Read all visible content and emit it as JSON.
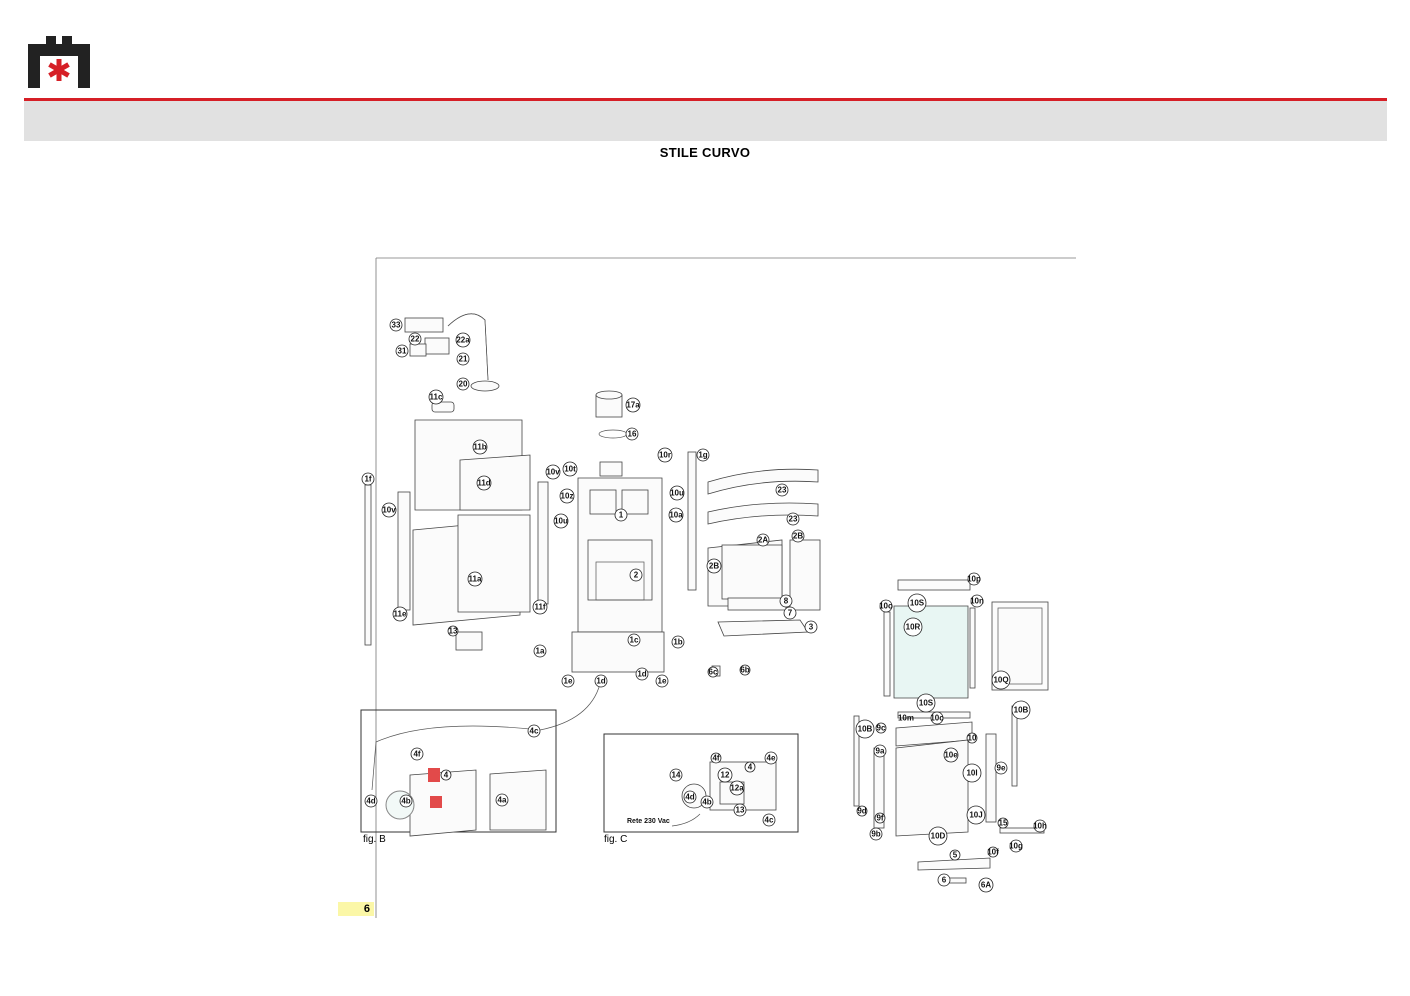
{
  "header": {
    "title": "STILE CURVO"
  },
  "figures": {
    "fig_b": "fig. B",
    "fig_c": "fig. C",
    "rete": "Rete 230 Vac"
  },
  "page": {
    "number": "6"
  },
  "colors": {
    "brand_red": "#d61f26",
    "header_bar": "#e1e1e1",
    "page_highlight": "#fbf7a7"
  },
  "callouts": {
    "c33": "33",
    "c22": "22",
    "c22a": "22a",
    "c31": "31",
    "c21": "21",
    "c20": "20",
    "c11c": "11c",
    "c11b": "11b",
    "c11d": "11d",
    "c11a": "11a",
    "c11e": "11e",
    "c11f": "11f",
    "c1f": "1f",
    "c10v_l": "10v",
    "c10v": "10v",
    "c10t": "10t",
    "c10z": "10z",
    "c10u_l": "10u",
    "c10r": "10r",
    "c10u": "10u",
    "c10a": "10a",
    "c1g": "1g",
    "c1": "1",
    "c2": "2",
    "c17a": "17a",
    "c16": "16",
    "c1a": "1a",
    "c1c": "1c",
    "c1b": "1b",
    "c1e_l": "1e",
    "c1d_l": "1d",
    "c1d": "1d",
    "c1e": "1e",
    "c13": "13",
    "c23a": "23",
    "c23b": "23",
    "c2A": "2A",
    "c2B_r": "2B",
    "c2B_l": "2B",
    "c8": "8",
    "c7": "7",
    "c3": "3",
    "c6c": "6c",
    "c6b": "6b",
    "c4c": "4c",
    "c4f": "4f",
    "c4": "4",
    "c4d": "4d",
    "c4b": "4b",
    "c4a": "4a",
    "cC4f": "4f",
    "cC4e": "4e",
    "cC4": "4",
    "cC14": "14",
    "cC12": "12",
    "cC4d": "4d",
    "cC4b": "4b",
    "cC12a": "12a",
    "cC13": "13",
    "cC4c": "4c",
    "c10p": "10p",
    "c10o": "10o",
    "c10S_t": "10S",
    "c10n": "10n",
    "c10R": "10R",
    "c10Q": "10Q",
    "c10S_b": "10S",
    "c10m": "10m",
    "c10c": "10c",
    "c10B_r": "10B",
    "c10B_l": "10B",
    "c9c": "9c",
    "c9a": "9a",
    "c10": "10",
    "c10e": "10e",
    "c10I": "10I",
    "c9e": "9e",
    "c9d": "9d",
    "c9f": "9f",
    "c9b": "9b",
    "c10J": "10J",
    "c10D": "10D",
    "c15": "15",
    "c10h": "10h",
    "c10f": "10f",
    "c10g": "10g",
    "c5": "5",
    "c6": "6",
    "c6A": "6A"
  }
}
